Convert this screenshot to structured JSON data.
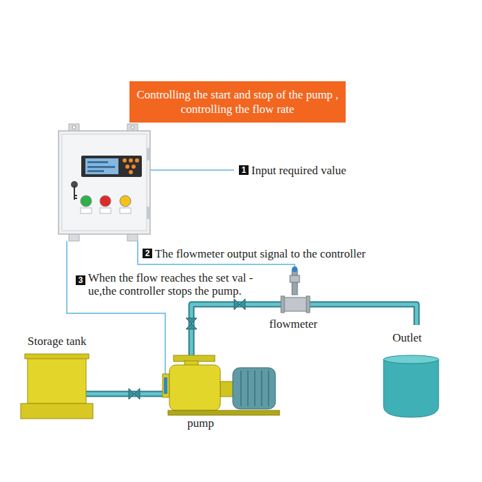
{
  "diagram": {
    "nodes": [
      {
        "text": [
          "Controlling the start and stop of the pump , controlling the flow rate"
        ]
      }
    ],
    "labels": [
      "1",
      "Input required value",
      "2",
      "The flowmeter output signal to the controller",
      "3",
      "When the flow reaches the set val -ue,the controller stops the pump.",
      "Storage tank",
      "flowmeter",
      "Outlet",
      "pump"
    ]
  }
}
